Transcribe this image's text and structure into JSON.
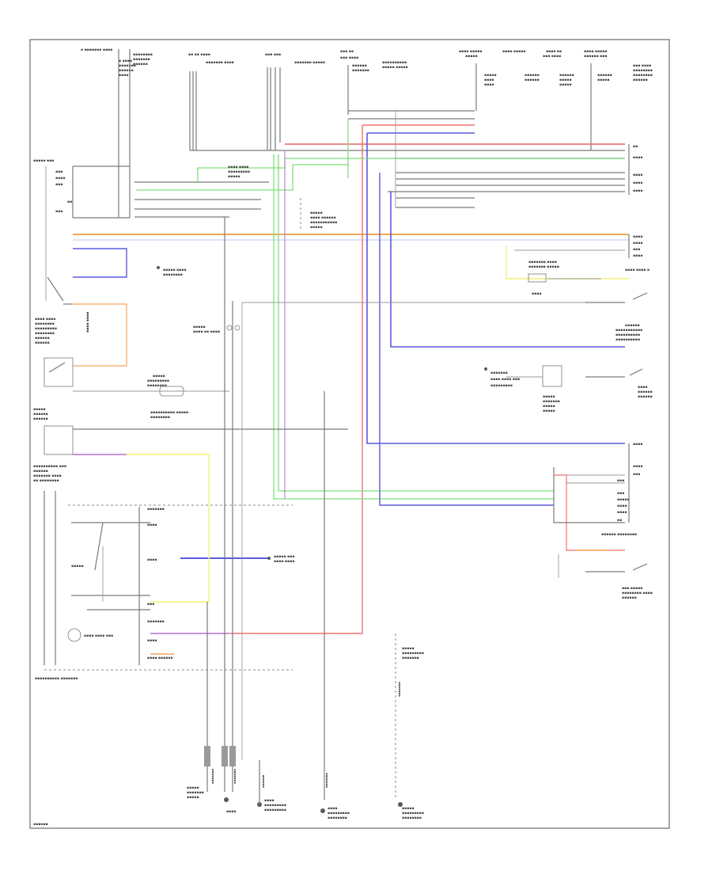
{
  "diagram": {
    "colors": {
      "orange": "#f2a65a",
      "green": "#7ee07a",
      "blue": "#5a5ae0",
      "red": "#f07070",
      "yellow": "#f2f27a",
      "purple": "#b070d0",
      "grey": "#8a8a8a"
    },
    "labels": {
      "instrument_cluster": "INSTRUMENT CLUSTER",
      "seat_belt": "SEAT BELT",
      "driver_seat_belt_switch": "SEAT BELT",
      "passenger_seat_belt": "PASSENGER SEAT BELT",
      "airbag_control_unit": "AIRBAG CONTROL UNIT",
      "ground_a": "G202",
      "ground_b": "G301",
      "ground_c": "G302",
      "ground_d": "G401",
      "footer": "AIRBAG"
    }
  }
}
